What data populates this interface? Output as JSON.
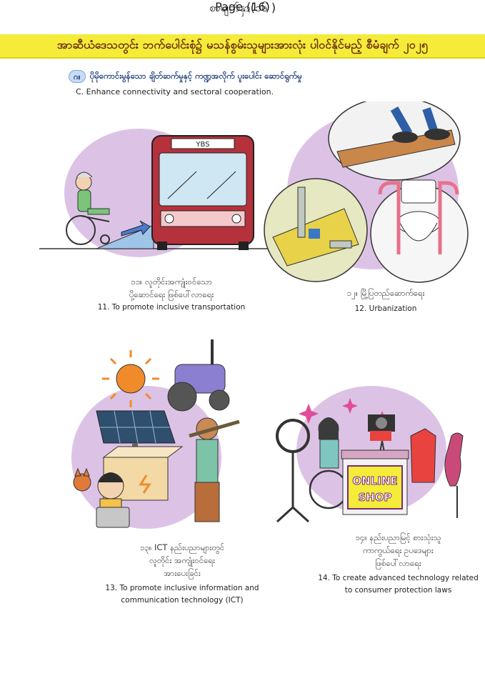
{
  "header": {
    "banner_title": "အာဆီယံဒေသတွင်း ဘက်ပေါင်းစုံ၌ မသန်စွမ်းသူများအားလုံး ပါဝင်နိုင်မည့် စီမံချက် ၂၀၂၅"
  },
  "section": {
    "badge": "ဂ။",
    "title_my": "ပိုမိုကောင်းမွန်သော ချိတ်ဆက်မှုနှင့် ကဏ္ဍအလိုက် ပူးပေါင်း ဆောင်ရွက်မှု",
    "title_en": "C. Enhance connectivity and sectoral cooperation."
  },
  "items": [
    {
      "caption_my_1": "၁၁။ လူတိုင်းအကျုံးဝင်သော",
      "caption_my_2": "ပို့ဆောင်ရေး ဖြစ်ပေါ်လာရေး",
      "caption_en": "11. To promote inclusive transportation",
      "bus_sign": "YBS"
    },
    {
      "caption_my_1": "၁၂။ မြို့ပြတည်ဆောက်ရေး",
      "caption_en": "12. Urbanization"
    },
    {
      "caption_my_1": "၁၃။ ICT နည်းပညာများတွင်",
      "caption_my_2": "လူတိုင်း အကျုံးဝင်ရေး",
      "caption_my_3": "အားပေးခြင်း",
      "caption_en_1": "13. To promote inclusive information and",
      "caption_en_2": "communication technology (ICT)"
    },
    {
      "caption_my_1": "၁၄။ နည်းပညာမြင့် စားသုံးသူ",
      "caption_my_2": "ကာကွယ်ရေး ဥပဒေများ",
      "caption_my_3": "ဖြစ်ပေါ်လာရေး",
      "caption_en_1": "14. To create advanced technology related",
      "caption_en_2": "to consumer protection laws",
      "shop_sign_1": "ONLINE",
      "shop_sign_2": "SHOP"
    }
  ],
  "footer": {
    "page_my": "စာမျက်နှာ(၁၆ )",
    "page_en": "Page (16)"
  },
  "colors": {
    "banner": "#f4ec38",
    "bubble": "#dcc3e6",
    "accent_blue": "#1f3f7a"
  }
}
